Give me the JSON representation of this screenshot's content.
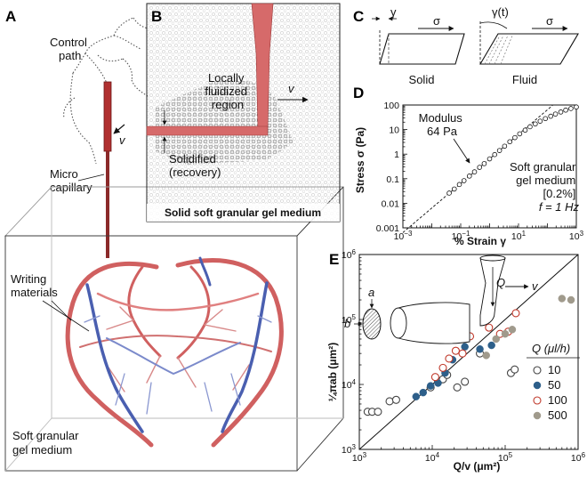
{
  "panels": {
    "A": {
      "letter": "A",
      "control_path": [
        "Control",
        "path"
      ],
      "v_label": "v",
      "micro_capillary": [
        "Micro",
        "capillary"
      ],
      "writing_materials": [
        "Writing",
        "materials"
      ],
      "gel": [
        "Soft granular",
        "gel medium"
      ]
    },
    "B": {
      "letter": "B",
      "fluidized": [
        "Locally",
        "fluidized",
        "region"
      ],
      "v_label": "v",
      "solidified": [
        "Solidified",
        "(recovery)"
      ],
      "caption": "Solid soft granular gel medium"
    },
    "C": {
      "letter": "C",
      "gamma": "γ",
      "gamma_t": "γ(t)",
      "sigma": "σ",
      "solid": "Solid",
      "fluid": "Fluid"
    },
    "D": {
      "letter": "D",
      "modulus": [
        "Modulus",
        "64 Pa"
      ],
      "medium": [
        "Soft granular",
        "gel medium",
        "[0.2%]",
        "f = 1 Hz"
      ]
    },
    "E": {
      "letter": "E",
      "a_label": "a",
      "b_label": "b",
      "q_label": "Q",
      "v_label": "v",
      "legend_title": "Q (μl/h)",
      "legend": [
        "10",
        "50",
        "100",
        "500"
      ]
    }
  },
  "chart_data": [
    {
      "type": "scatter",
      "panel": "D",
      "xlabel": "% Strain γ",
      "ylabel": "Stress σ (Pa)",
      "xscale": "log",
      "yscale": "log",
      "xlim": [
        0.001,
        1000
      ],
      "ylim": [
        0.001,
        100
      ],
      "xticks": [
        "10^-3",
        "10^-1",
        "10^1",
        "10^3"
      ],
      "yticks": [
        "0.001",
        "0.01",
        "0.1",
        "1",
        "10",
        "100"
      ],
      "series": [
        {
          "marker": "open-circle",
          "x": [
            0.04,
            0.06,
            0.09,
            0.13,
            0.2,
            0.3,
            0.45,
            0.65,
            1.0,
            1.5,
            2.2,
            3.3,
            5,
            7.5,
            11,
            17,
            25,
            38,
            56,
            85,
            130,
            190,
            290,
            430,
            650,
            1000
          ],
          "y": [
            0.026,
            0.038,
            0.058,
            0.083,
            0.128,
            0.19,
            0.29,
            0.41,
            0.64,
            0.96,
            1.4,
            2.1,
            3.2,
            4.7,
            6.7,
            9.5,
            13,
            17,
            22,
            28,
            35,
            43,
            52,
            62,
            72,
            83
          ]
        }
      ],
      "fit_line": {
        "style": "dashed",
        "x": [
          0.001,
          150
        ],
        "y": [
          0.00064,
          96
        ]
      }
    },
    {
      "type": "scatter",
      "panel": "E",
      "xlabel": "Q/v (μm²)",
      "ylabel": "¼πab (μm²)",
      "xscale": "log",
      "yscale": "log",
      "xlim": [
        1000,
        1000000
      ],
      "ylim": [
        1000,
        1000000
      ],
      "xticks": [
        "10^3",
        "10^4",
        "10^5",
        "10^6"
      ],
      "yticks": [
        "10^3",
        "10^4",
        "10^5",
        "10^6"
      ],
      "reference_line": {
        "x": [
          1000,
          1000000
        ],
        "y": [
          1000,
          1000000
        ]
      },
      "series": [
        {
          "name": "10",
          "marker": "open-circle",
          "color": "#444444",
          "x": [
            1300,
            1500,
            1800,
            2600,
            3200,
            9500,
            12000,
            14000,
            16000,
            22000,
            28000,
            45000,
            120000,
            135000
          ],
          "y": [
            3800,
            3800,
            3800,
            5500,
            5800,
            9000,
            11000,
            12000,
            14000,
            9000,
            11000,
            30000,
            15000,
            17000
          ]
        },
        {
          "name": "50",
          "marker": "filled-circle",
          "color": "#2d5f8a",
          "x": [
            6000,
            7500,
            9500,
            12000,
            15000,
            19000,
            28000,
            45000,
            65000
          ],
          "y": [
            6500,
            7500,
            9500,
            10500,
            15000,
            24000,
            38000,
            35000,
            40000
          ]
        },
        {
          "name": "100",
          "marker": "open-circle",
          "color": "#c0392b",
          "x": [
            11000,
            14000,
            17000,
            21000,
            26000,
            33000,
            60000,
            85000,
            110000,
            140000
          ],
          "y": [
            13000,
            18000,
            25000,
            33000,
            30000,
            55000,
            75000,
            60000,
            65000,
            125000
          ]
        },
        {
          "name": "500",
          "marker": "filled-circle",
          "color": "#a09a8c",
          "x": [
            55000,
            75000,
            100000,
            125000,
            600000,
            800000
          ],
          "y": [
            28000,
            50000,
            60000,
            70000,
            210000,
            200000
          ]
        }
      ]
    }
  ]
}
